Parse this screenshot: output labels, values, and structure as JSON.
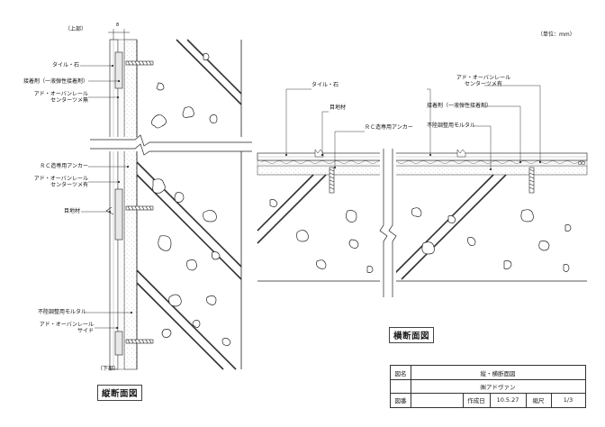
{
  "unit_label": "（単位：mm）",
  "vertical_section": {
    "title": "縦断面図",
    "top_label": "（上部）",
    "bottom_label": "（下部）",
    "dimension_mark": "8",
    "labels": {
      "tile_stone": "タイル・石",
      "adhesive": "接着剤（一液弾性接着剤）",
      "rail_center": "アド・オーバンレール\nセンターツメ無",
      "anchor": "ＲＣ造専用アンカー",
      "rail_center_with": "アド・オーバンレール\nセンターツメ有",
      "joint": "目地材",
      "mortar": "不陸調整用モルタル",
      "rail_side": "アド・オーバンレール\nサイド"
    }
  },
  "horizontal_section": {
    "title": "横断面図",
    "labels": {
      "tile_stone": "タイル・石",
      "joint": "目地材",
      "anchor": "ＲＣ造専用アンカー",
      "rail_center_with": "アド・オーバンレール\nセンターツメ有",
      "adhesive": "接着剤（一液弾性接着剤）",
      "mortar": "不陸調整用モルタル"
    }
  },
  "title_block": {
    "drawing_name_label": "図名",
    "drawing_name": "縦・横断面図",
    "company": "㈱アドヴァン",
    "drawing_no_label": "図番",
    "date_label": "作成日",
    "date": "10.5.27",
    "scale_label": "縮尺",
    "scale": "1/3"
  }
}
